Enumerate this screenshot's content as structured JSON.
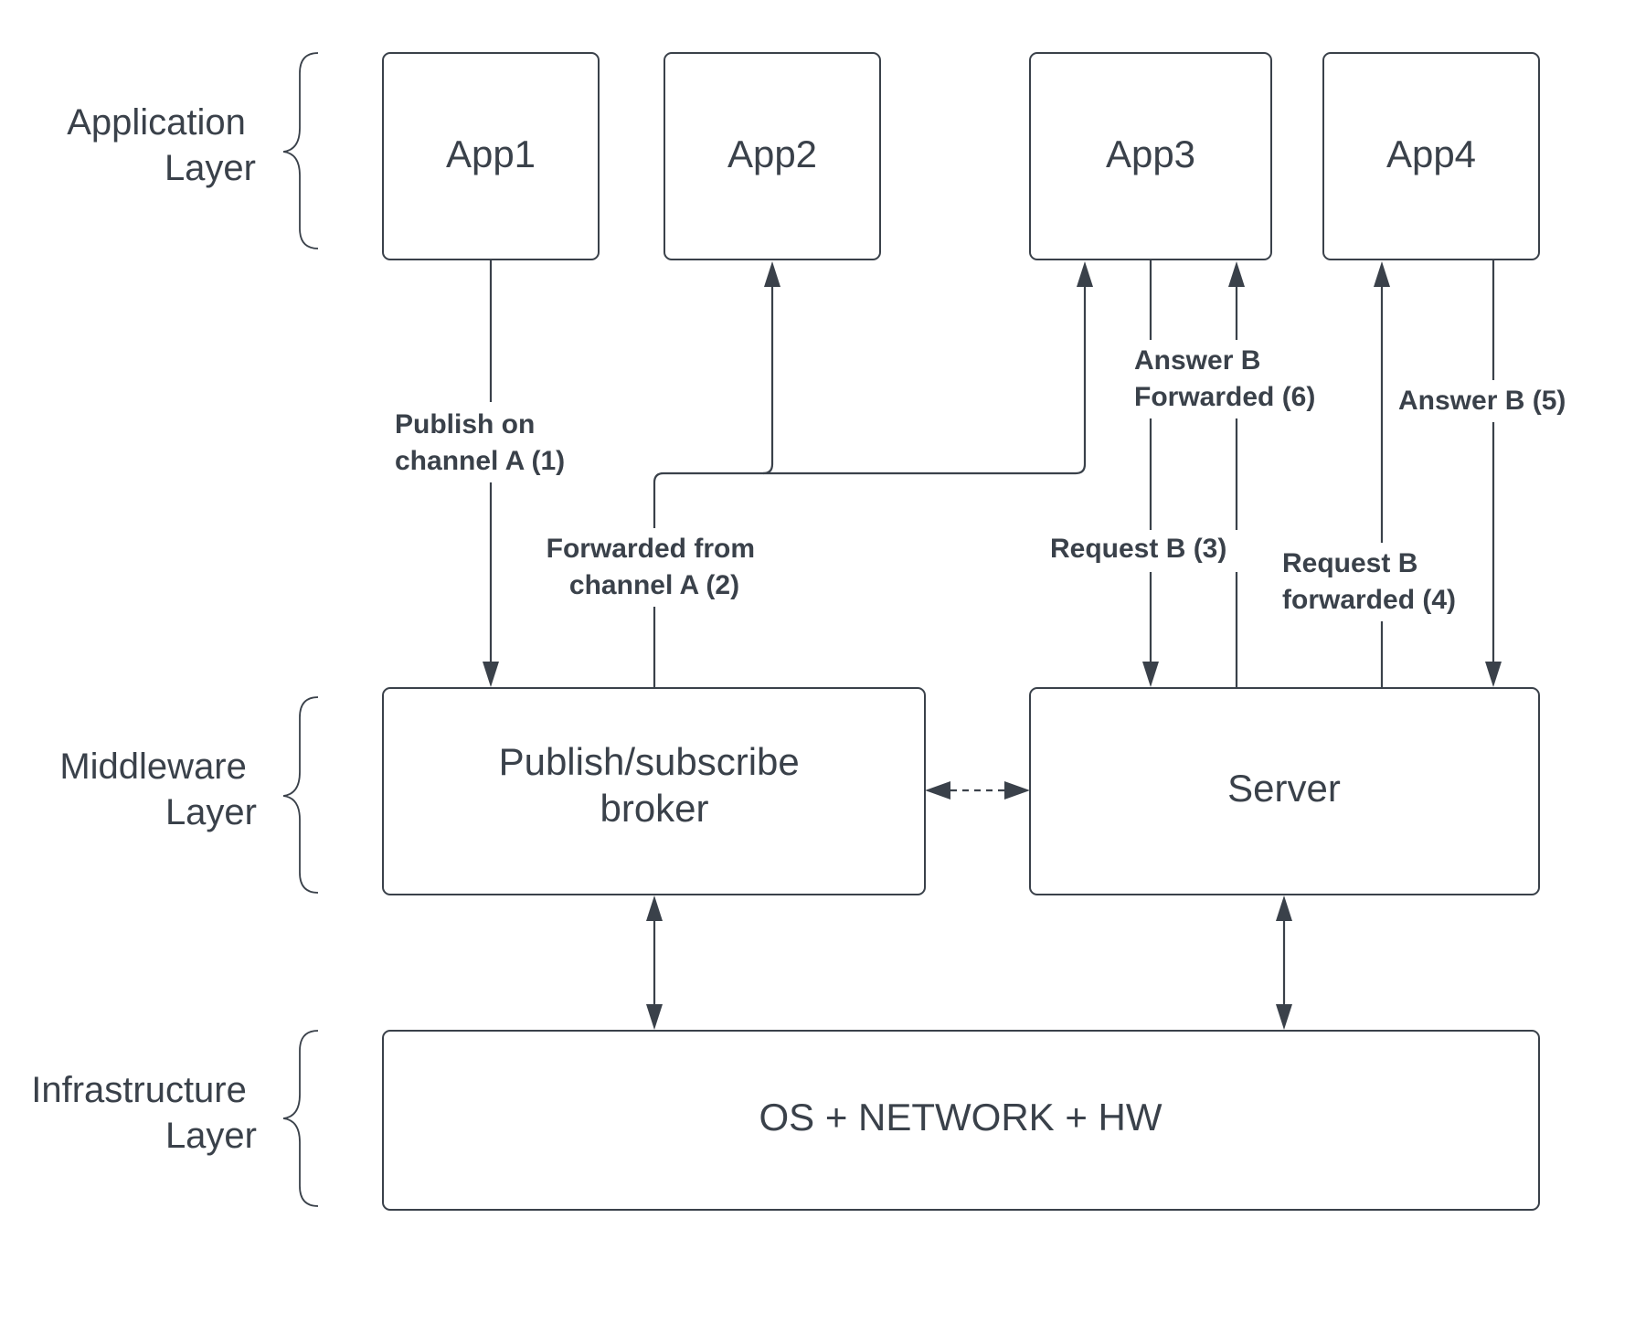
{
  "colors": {
    "stroke": "#3a414a",
    "background": "#ffffff"
  },
  "layers": {
    "application": [
      "Application",
      "Layer"
    ],
    "middleware": [
      "Middleware",
      "Layer"
    ],
    "infrastructure": [
      "Infrastructure",
      "Layer"
    ]
  },
  "nodes": {
    "app1": "App1",
    "app2": "App2",
    "app3": "App3",
    "app4": "App4",
    "broker": [
      "Publish/subscribe",
      "broker"
    ],
    "server": "Server",
    "infra": "OS + NETWORK + HW"
  },
  "edges": {
    "publish": [
      "Publish on",
      "channel A (1)"
    ],
    "forwarded": [
      "Forwarded from",
      "channel A (2)"
    ],
    "request": "Request B (3)",
    "request_fwd": [
      "Request B",
      "forwarded (4)"
    ],
    "answer": "Answer B (5)",
    "answer_fwd": [
      "Answer B",
      "Forwarded (6)"
    ]
  }
}
